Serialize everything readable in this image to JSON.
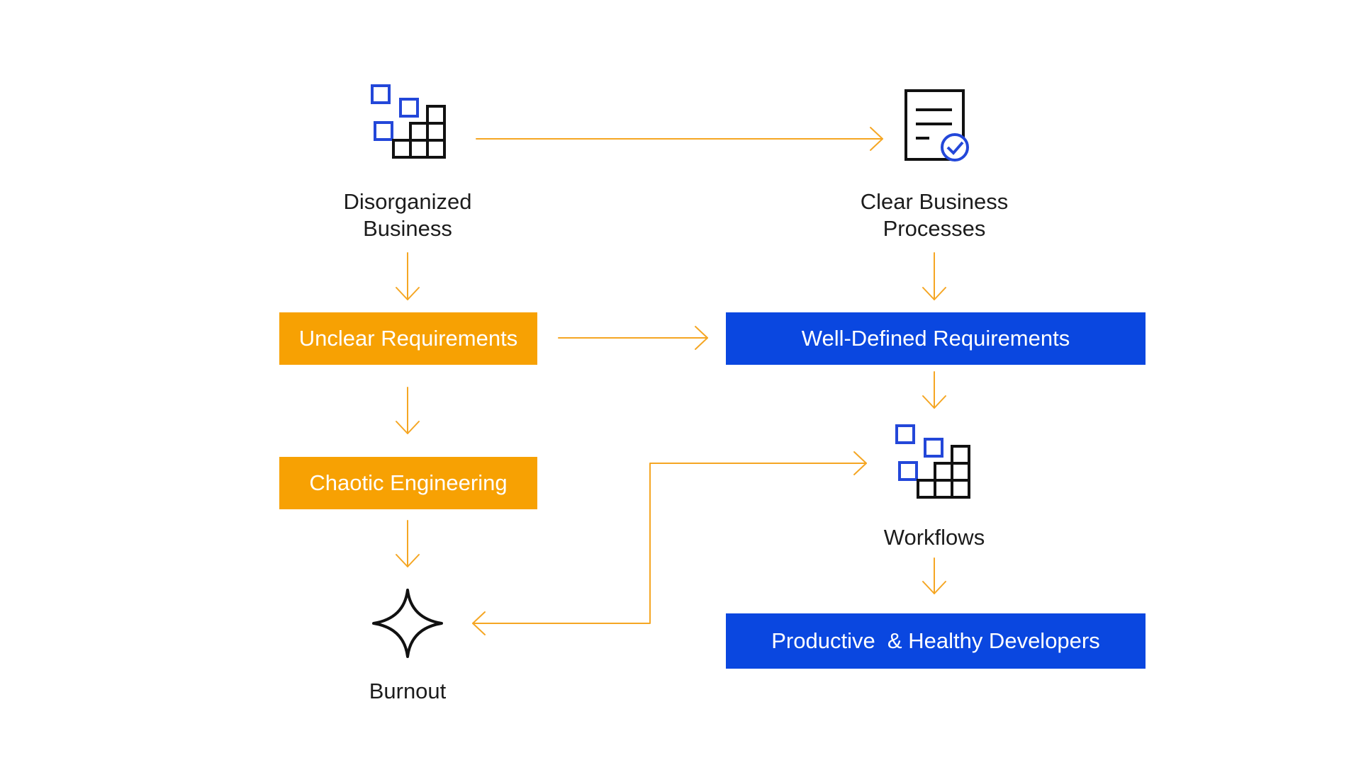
{
  "colors": {
    "accent_orange": "#F7A103",
    "accent_blue": "#0A47E0",
    "arrow": "#F5A623",
    "icon_blue": "#2347D9",
    "text": "#1C1C1C",
    "box_text": "#FFFFFF"
  },
  "left_column": {
    "start": {
      "label": "Disorganized\nBusiness",
      "icon": "scattered-blocks-icon"
    },
    "step1": {
      "label": "Unclear Requirements"
    },
    "step2": {
      "label": "Chaotic Engineering"
    },
    "end": {
      "label": "Burnout",
      "icon": "four-point-star-icon"
    }
  },
  "right_column": {
    "start": {
      "label": "Clear Business\nProcesses",
      "icon": "document-check-icon"
    },
    "step1": {
      "label": "Well-Defined Requirements"
    },
    "step2": {
      "label": "Workflows",
      "icon": "scattered-blocks-icon"
    },
    "end": {
      "label": "Productive  & Healthy Developers"
    }
  }
}
